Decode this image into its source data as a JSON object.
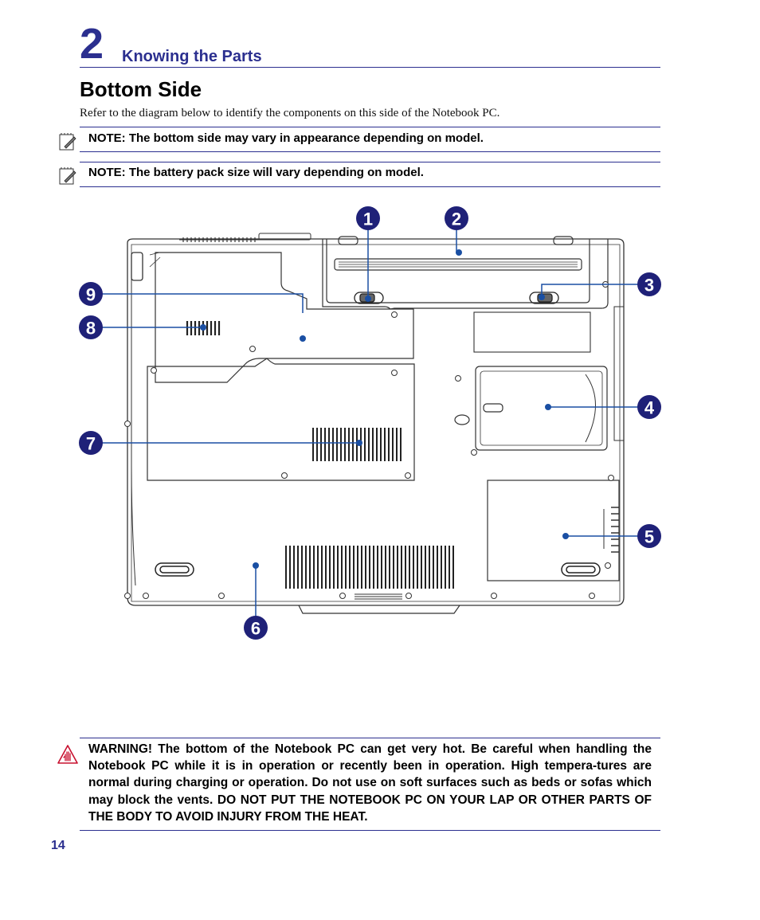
{
  "chapter": {
    "number": "2",
    "title": "Knowing the Parts"
  },
  "section": {
    "title": "Bottom Side",
    "intro": "Refer to the diagram below to identify the components on this side of the Notebook PC."
  },
  "notes": [
    {
      "icon": "note-pencil-icon",
      "text": "NOTE: The bottom side may vary in appearance depending on model."
    },
    {
      "icon": "note-pencil-icon",
      "text": "NOTE: The battery pack size will vary depending on model."
    }
  ],
  "diagram": {
    "callouts": [
      "1",
      "2",
      "3",
      "4",
      "5",
      "6",
      "7",
      "8",
      "9"
    ]
  },
  "warning": {
    "icon": "warning-hand-icon",
    "text": "WARNING!  The bottom of the Notebook PC can get very hot. Be careful when handling the Notebook PC while it is in operation or recently been in operation. High tempera-tures are normal during charging or operation. Do not use on soft surfaces such as beds or sofas which may block the vents. DO NOT PUT THE NOTEBOOK PC ON YOUR LAP OR OTHER PARTS OF THE BODY TO AVOID INJURY FROM THE HEAT."
  },
  "page_number": "14",
  "colors": {
    "accent": "#2b2f8f",
    "callout": "#1f2178",
    "leader": "#1a4fa3"
  }
}
